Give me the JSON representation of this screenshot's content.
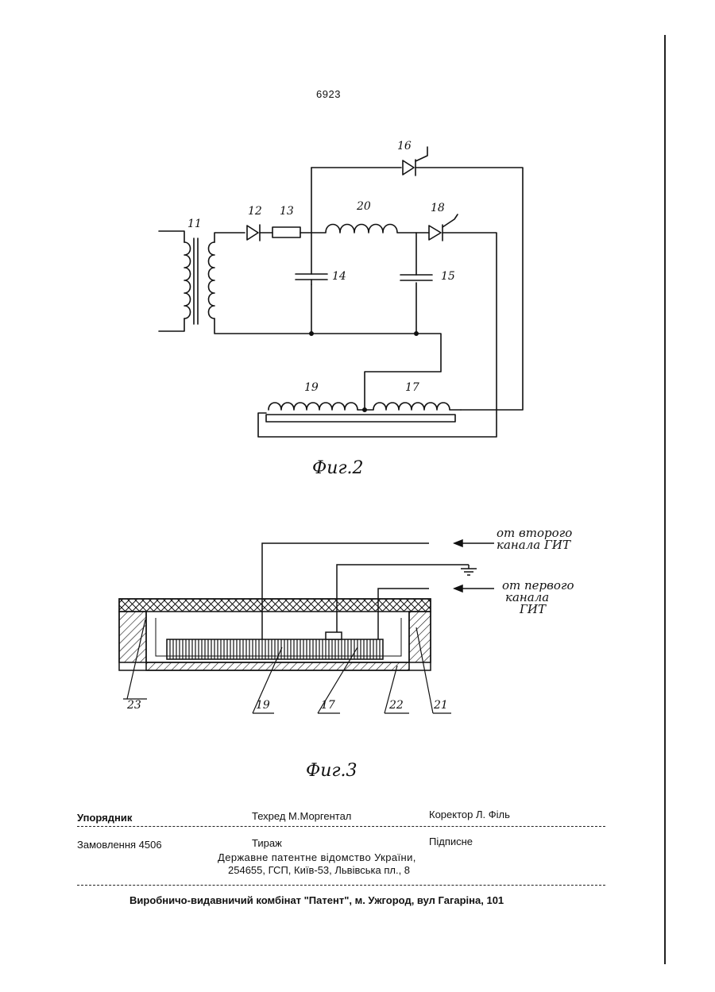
{
  "page_number": "6923",
  "fig2": {
    "caption": "Фиг.2",
    "labels": {
      "l11": "11",
      "l12": "12",
      "l13": "13",
      "l14": "14",
      "l15": "15",
      "l16": "16",
      "l17": "17",
      "l18": "18",
      "l19": "19",
      "l20": "20"
    }
  },
  "fig3": {
    "caption": "Фиг.3",
    "note_top": [
      "от второго",
      "канала ГИТ"
    ],
    "note_bottom": [
      "от первого",
      "канала",
      "ГИТ"
    ],
    "labels": {
      "l23": "23",
      "l19": "19",
      "l17": "17",
      "l22": "22",
      "l21": "21"
    }
  },
  "footer": {
    "compiler": "Упорядник",
    "techred": "Техред М.Моргентал",
    "corrector": "Коректор Л. Філь",
    "order": "Замовлення 4506",
    "circulation": "Тираж",
    "subscription": "Підписне",
    "office_line1": "Державне патентне відомство України,",
    "office_line2": "254655, ГСП, Київ-53, Львівська пл., 8",
    "printer": "Виробничо-видавничий комбінат \"Патент\", м. Ужгород, вул Гагаріна, 101"
  }
}
